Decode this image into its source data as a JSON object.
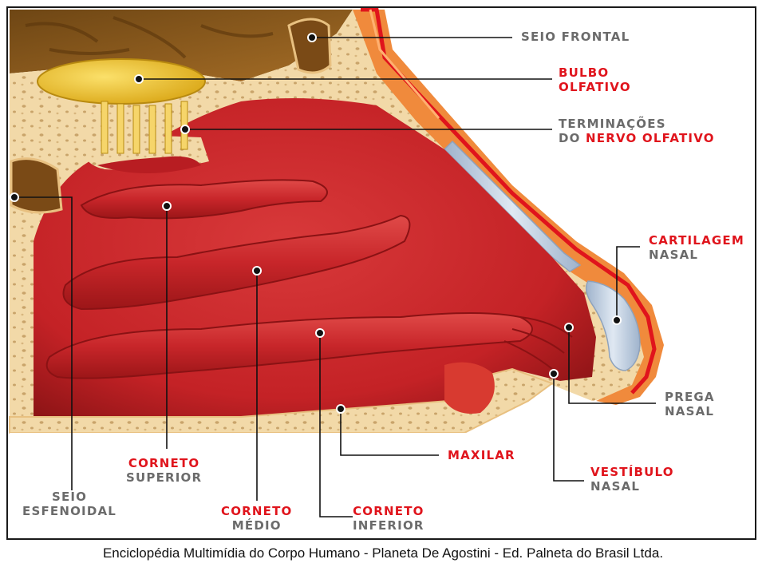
{
  "colors": {
    "label_gray": "#6b6b6b",
    "label_red": "#e0141c",
    "leader": "#111111",
    "mucosa": "#c8262a",
    "bone": "#f2d9a8",
    "brain": "#8a5a1e",
    "bulb": "#f2c21f",
    "cartilage": "#b8c8dc"
  },
  "labels": {
    "seio_frontal": "SEIO FRONTAL",
    "bulbo": [
      "BULBO",
      "OLFATIVO"
    ],
    "terminacoes_1": "TERMINAÇÕES",
    "terminacoes_2_prefix": "DO",
    "terminacoes_2_red": "NERVO OLFATIVO",
    "cartilagem": [
      "CARTILAGEM",
      "NASAL"
    ],
    "prega": [
      "PREGA",
      "NASAL"
    ],
    "vestibulo": [
      "VESTÍBULO",
      "NASAL"
    ],
    "maxilar": "MAXILAR",
    "corneto_inferior": [
      "CORNETO",
      "INFERIOR"
    ],
    "corneto_medio": [
      "CORNETO",
      "MÉDIO"
    ],
    "corneto_superior": [
      "CORNETO",
      "SUPERIOR"
    ],
    "seio_esfenoidal": [
      "SEIO",
      "ESFENOIDAL"
    ]
  },
  "caption": "Enciclopédia Multimídia do Corpo Humano - Planeta De Agostini - Ed. Palneta do Brasil Ltda."
}
